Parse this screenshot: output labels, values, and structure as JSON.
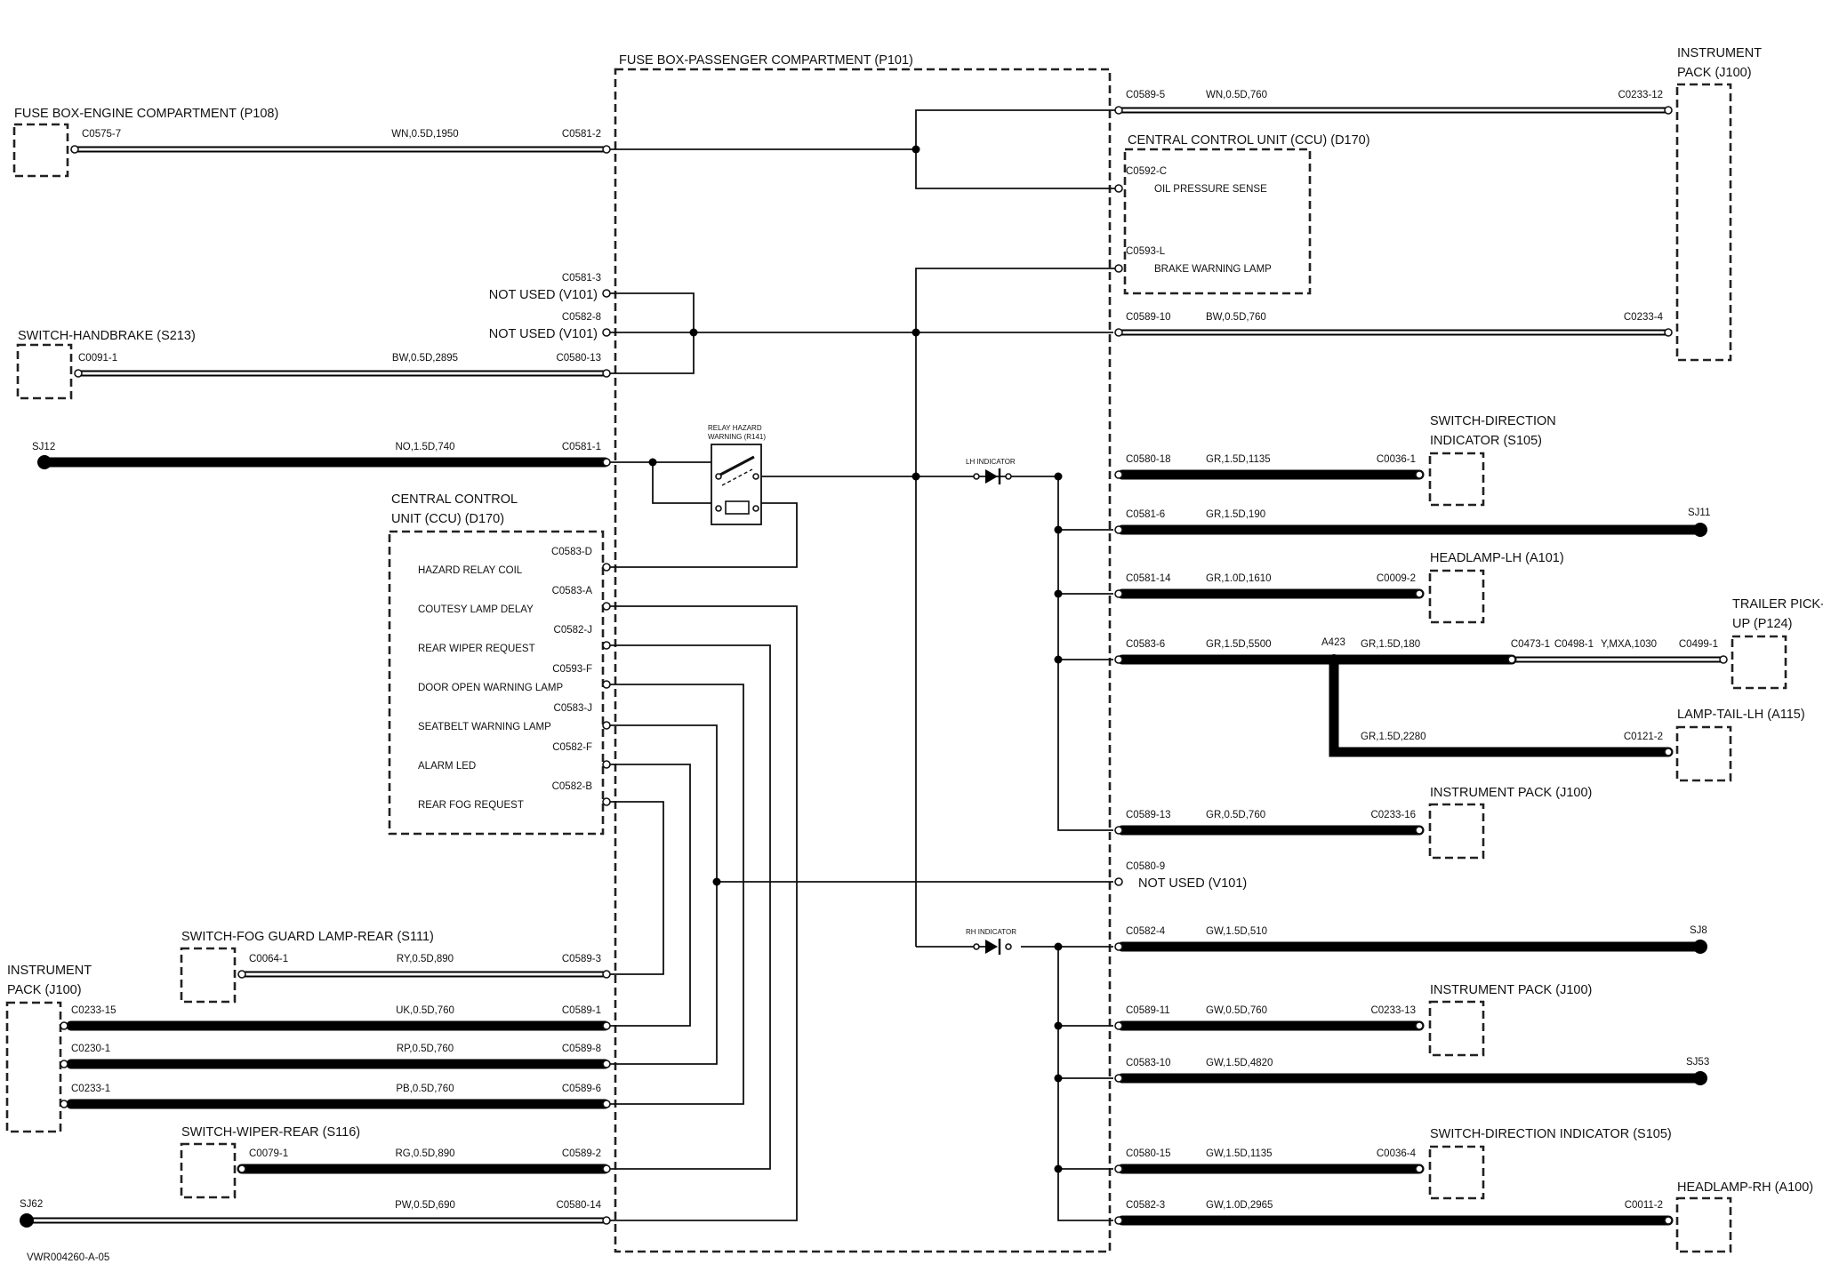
{
  "figure_id": "VWR004260-A-05",
  "components": {
    "fuse_box_passenger": "FUSE BOX-PASSENGER COMPARTMENT (P101)",
    "fuse_box_engine": "FUSE BOX-ENGINE COMPARTMENT (P108)",
    "switch_handbrake": "SWITCH-HANDBRAKE (S213)",
    "ccu_right": "CENTRAL CONTROL UNIT (CCU) (D170)",
    "ccu_left_line1": "CENTRAL CONTROL",
    "ccu_left_line2": "UNIT (CCU) (D170)",
    "instrument_pack_top_line1": "INSTRUMENT",
    "instrument_pack_top_line2": "PACK (J100)",
    "instrument_pack_left_line1": "INSTRUMENT",
    "instrument_pack_left_line2": "PACK (J100)",
    "switch_direction_1_line1": "SWITCH-DIRECTION",
    "switch_direction_1_line2": "INDICATOR (S105)",
    "headlamp_lh": "HEADLAMP-LH (A101)",
    "trailer_line1": "TRAILER PICK-",
    "trailer_line2": "UP (P124)",
    "lamp_tail_lh": "LAMP-TAIL-LH (A115)",
    "instrument_pack_mid": "INSTRUMENT PACK (J100)",
    "instrument_pack_low": "INSTRUMENT PACK (J100)",
    "switch_direction_2": "SWITCH-DIRECTION INDICATOR (S105)",
    "headlamp_rh": "HEADLAMP-RH (A100)",
    "switch_fog": "SWITCH-FOG GUARD LAMP-REAR (S111)",
    "switch_wiper": "SWITCH-WIPER-REAR (S116)",
    "relay_line1": "RELAY HAZARD",
    "relay_line2": "WARNING (R141)",
    "lh_indicator": "LH INDICATOR",
    "rh_indicator": "RH INDICATOR"
  },
  "ccu_right_functions": {
    "oil_pressure": "OIL PRESSURE SENSE",
    "brake_warning": "BRAKE WARNING LAMP"
  },
  "ccu_left_functions": [
    {
      "connector": "C0583-D",
      "function": "HAZARD RELAY COIL"
    },
    {
      "connector": "C0583-A",
      "function": "COUTESY LAMP DELAY"
    },
    {
      "connector": "C0582-J",
      "function": "REAR WIPER REQUEST"
    },
    {
      "connector": "C0593-F",
      "function": "DOOR OPEN WARNING LAMP"
    },
    {
      "connector": "C0583-J",
      "function": "SEATBELT WARNING LAMP"
    },
    {
      "connector": "C0582-F",
      "function": "ALARM LED"
    },
    {
      "connector": "C0582-B",
      "function": "REAR FOG REQUEST"
    }
  ],
  "not_used": {
    "a": "NOT USED (V101)",
    "b": "NOT USED (V101)",
    "c": "NOT USED (V101)"
  },
  "splices": {
    "sj12": "SJ12",
    "sj11": "SJ11",
    "sj8": "SJ8",
    "sj53": "SJ53",
    "sj62": "SJ62",
    "a423": "A423"
  },
  "connectors": {
    "c0575_7": "C0575-7",
    "c0581_2": "C0581-2",
    "c0581_3": "C0581-3",
    "c0582_8": "C0582-8",
    "c0091_1": "C0091-1",
    "c0580_13": "C0580-13",
    "c0581_1": "C0581-1",
    "c0589_5": "C0589-5",
    "c0233_12": "C0233-12",
    "c0592_c": "C0592-C",
    "c0593_l": "C0593-L",
    "c0589_10": "C0589-10",
    "c0233_4": "C0233-4",
    "c0580_18": "C0580-18",
    "c0036_1": "C0036-1",
    "c0581_6": "C0581-6",
    "c0581_14": "C0581-14",
    "c0009_2": "C0009-2",
    "c0583_6": "C0583-6",
    "c0473_1": "C0473-1",
    "c0498_1": "C0498-1",
    "c0499_1": "C0499-1",
    "c0121_2": "C0121-2",
    "c0589_13": "C0589-13",
    "c0233_16": "C0233-16",
    "c0580_9": "C0580-9",
    "c0582_4": "C0582-4",
    "c0589_11": "C0589-11",
    "c0233_13": "C0233-13",
    "c0583_10": "C0583-10",
    "c0580_15": "C0580-15",
    "c0036_4": "C0036-4",
    "c0582_3": "C0582-3",
    "c0011_2": "C0011-2",
    "c0064_1": "C0064-1",
    "c0589_3": "C0589-3",
    "c0233_15": "C0233-15",
    "c0589_1": "C0589-1",
    "c0230_1": "C0230-1",
    "c0589_8": "C0589-8",
    "c0233_1": "C0233-1",
    "c0589_6": "C0589-6",
    "c0079_1": "C0079-1",
    "c0589_2": "C0589-2",
    "c0580_14": "C0580-14"
  },
  "wires": {
    "w_engine": "WN,0.5D,1950",
    "w_handbrake": "BW,0.5D,2895",
    "w_sj12": "NO,1.5D,740",
    "w_ip_top1": "WN,0.5D,760",
    "w_ip_top2": "BW,0.5D,760",
    "w_dir1": "GR,1.5D,1135",
    "w_sj11": "GR,1.5D,190",
    "w_headlh": "GR,1.0D,1610",
    "w_a423_in": "GR,1.5D,5500",
    "w_a423_out": "GR,1.5D,180",
    "w_trailer": "Y,MXA,1030",
    "w_tail": "GR,1.5D,2280",
    "w_ip_mid": "GR,0.5D,760",
    "w_sj8": "GW,1.5D,510",
    "w_ip_low": "GW,0.5D,760",
    "w_sj53": "GW,1.5D,4820",
    "w_dir2": "GW,1.5D,1135",
    "w_headrh": "GW,1.0D,2965",
    "w_fog": "RY,0.5D,890",
    "w_uk": "UK,0.5D,760",
    "w_rp": "RP,0.5D,760",
    "w_pb": "PB,0.5D,760",
    "w_wiper": "RG,0.5D,890",
    "w_sj62": "PW,0.5D,690"
  }
}
